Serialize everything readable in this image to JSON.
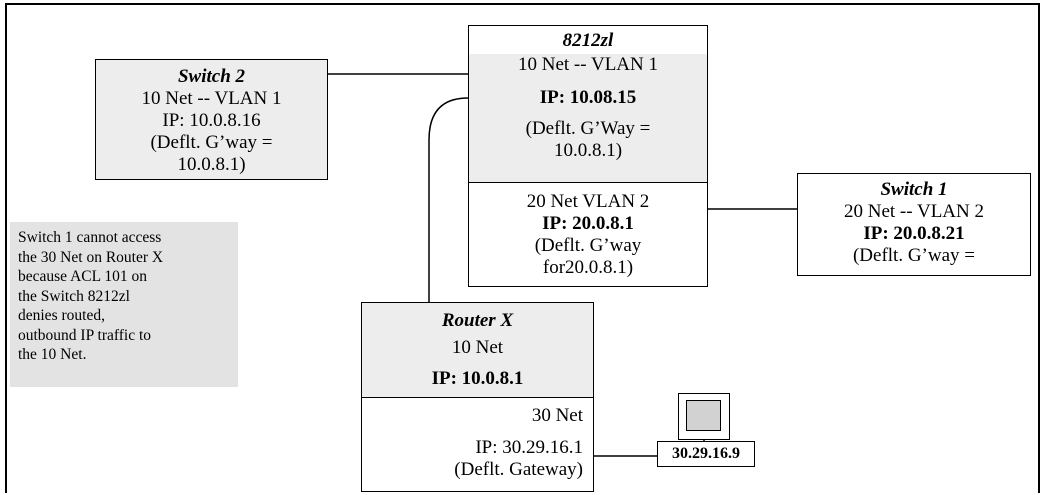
{
  "switch2": {
    "title": "Switch 2",
    "line1": "10 Net -- VLAN 1",
    "line2": "IP: 10.0.8.16",
    "line3": "(Deflt. G’way =",
    "line4": "10.0.8.1)"
  },
  "core_switch": {
    "title": "8212zl",
    "vlan1": {
      "line1": "10 Net -- VLAN 1",
      "ip": "IP: 10.08.15",
      "line3": "(Deflt. G’Way =",
      "line4": "10.0.8.1)"
    },
    "vlan2": {
      "line1": "20 Net VLAN 2",
      "ip": "IP: 20.0.8.1",
      "line3": "(Deflt. G’way",
      "line4": "for20.0.8.1)"
    }
  },
  "switch1": {
    "title": "Switch 1",
    "line1": "20 Net -- VLAN 2",
    "ip": "IP: 20.0.8.21",
    "line3": "(Deflt. G’way ="
  },
  "router_x": {
    "title": "Router X",
    "line1": "10 Net",
    "ip": "IP: 10.0.8.1",
    "lower": {
      "line1": "30 Net",
      "line2": "IP: 30.29.16.1",
      "line3": "(Deflt. Gateway)"
    }
  },
  "note": {
    "lines": [
      "Switch 1 cannot access",
      "the 30 Net on Router X",
      "because ACL 101 on",
      "the Switch 8212zl",
      "denies routed,",
      "outbound IP traffic to",
      "the 10 Net."
    ]
  },
  "host": {
    "ip": "30.29.16.9",
    "icon": "workstation-icon"
  },
  "colors": {
    "box_shade": "#ededed",
    "note_bg": "#e3e3e3",
    "line": "#000000"
  }
}
